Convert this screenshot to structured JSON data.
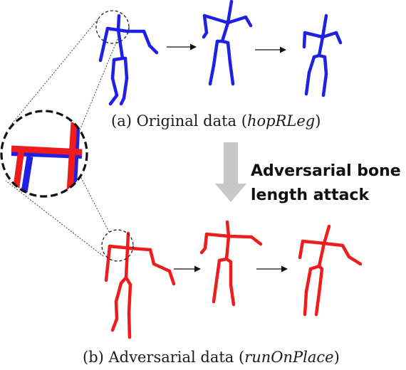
{
  "colors": {
    "original": "#1f1fe6",
    "adversarial": "#ee1c1c",
    "arrow_gray": "#c8c8c8",
    "text": "#1a1a1a"
  },
  "captions": {
    "top": {
      "prefix": "(a) Original data (",
      "action": "hopRLeg",
      "suffix": ")"
    },
    "bottom": {
      "prefix": "(b) Adversarial data (",
      "action": "runOnPlace",
      "suffix": ")"
    }
  },
  "attack_label": {
    "line1": "Adversarial bone",
    "line2": "length attack"
  }
}
